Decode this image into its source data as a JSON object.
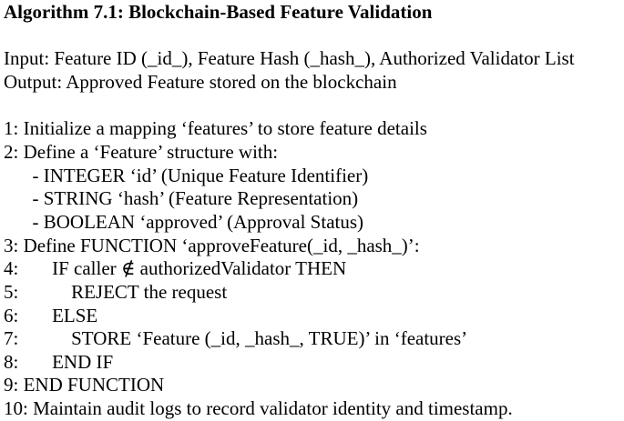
{
  "document": {
    "title": "Algorithm 7.1: Blockchain-Based Feature Validation",
    "io": {
      "input": "Input: Feature ID (_id_), Feature Hash (_hash_), Authorized Validator List",
      "output": "Output: Approved Feature stored on the blockchain"
    },
    "steps": [
      {
        "id": "step-1",
        "text": "1: Initialize a mapping ‘features’ to store feature details"
      },
      {
        "id": "step-2",
        "text": "2: Define a ‘Feature’ structure with:"
      },
      {
        "id": "step-2-field-integer",
        "text": "      - INTEGER ‘id’ (Unique Feature Identifier)"
      },
      {
        "id": "step-2-field-string",
        "text": "      - STRING ‘hash’ (Feature Representation)"
      },
      {
        "id": "step-2-field-boolean",
        "text": "      - BOOLEAN ‘approved’ (Approval Status)"
      },
      {
        "id": "step-3",
        "text": "3: Define FUNCTION ‘approveFeature(_id, _hash_)’:"
      },
      {
        "id": "step-4",
        "text": "4:       IF caller ∉ authorizedValidator THEN"
      },
      {
        "id": "step-5",
        "text": "5:           REJECT the request"
      },
      {
        "id": "step-6",
        "text": "6:       ELSE"
      },
      {
        "id": "step-7",
        "text": "7:           STORE ‘Feature (_id, _hash_, TRUE)’ in ‘features’"
      },
      {
        "id": "step-8",
        "text": "8:       END IF"
      },
      {
        "id": "step-9",
        "text": "9: END FUNCTION"
      },
      {
        "id": "step-10",
        "text": "10: Maintain audit logs to record validator identity and timestamp."
      }
    ]
  },
  "colors": {
    "background": "#ffffff",
    "text": "#000000"
  }
}
